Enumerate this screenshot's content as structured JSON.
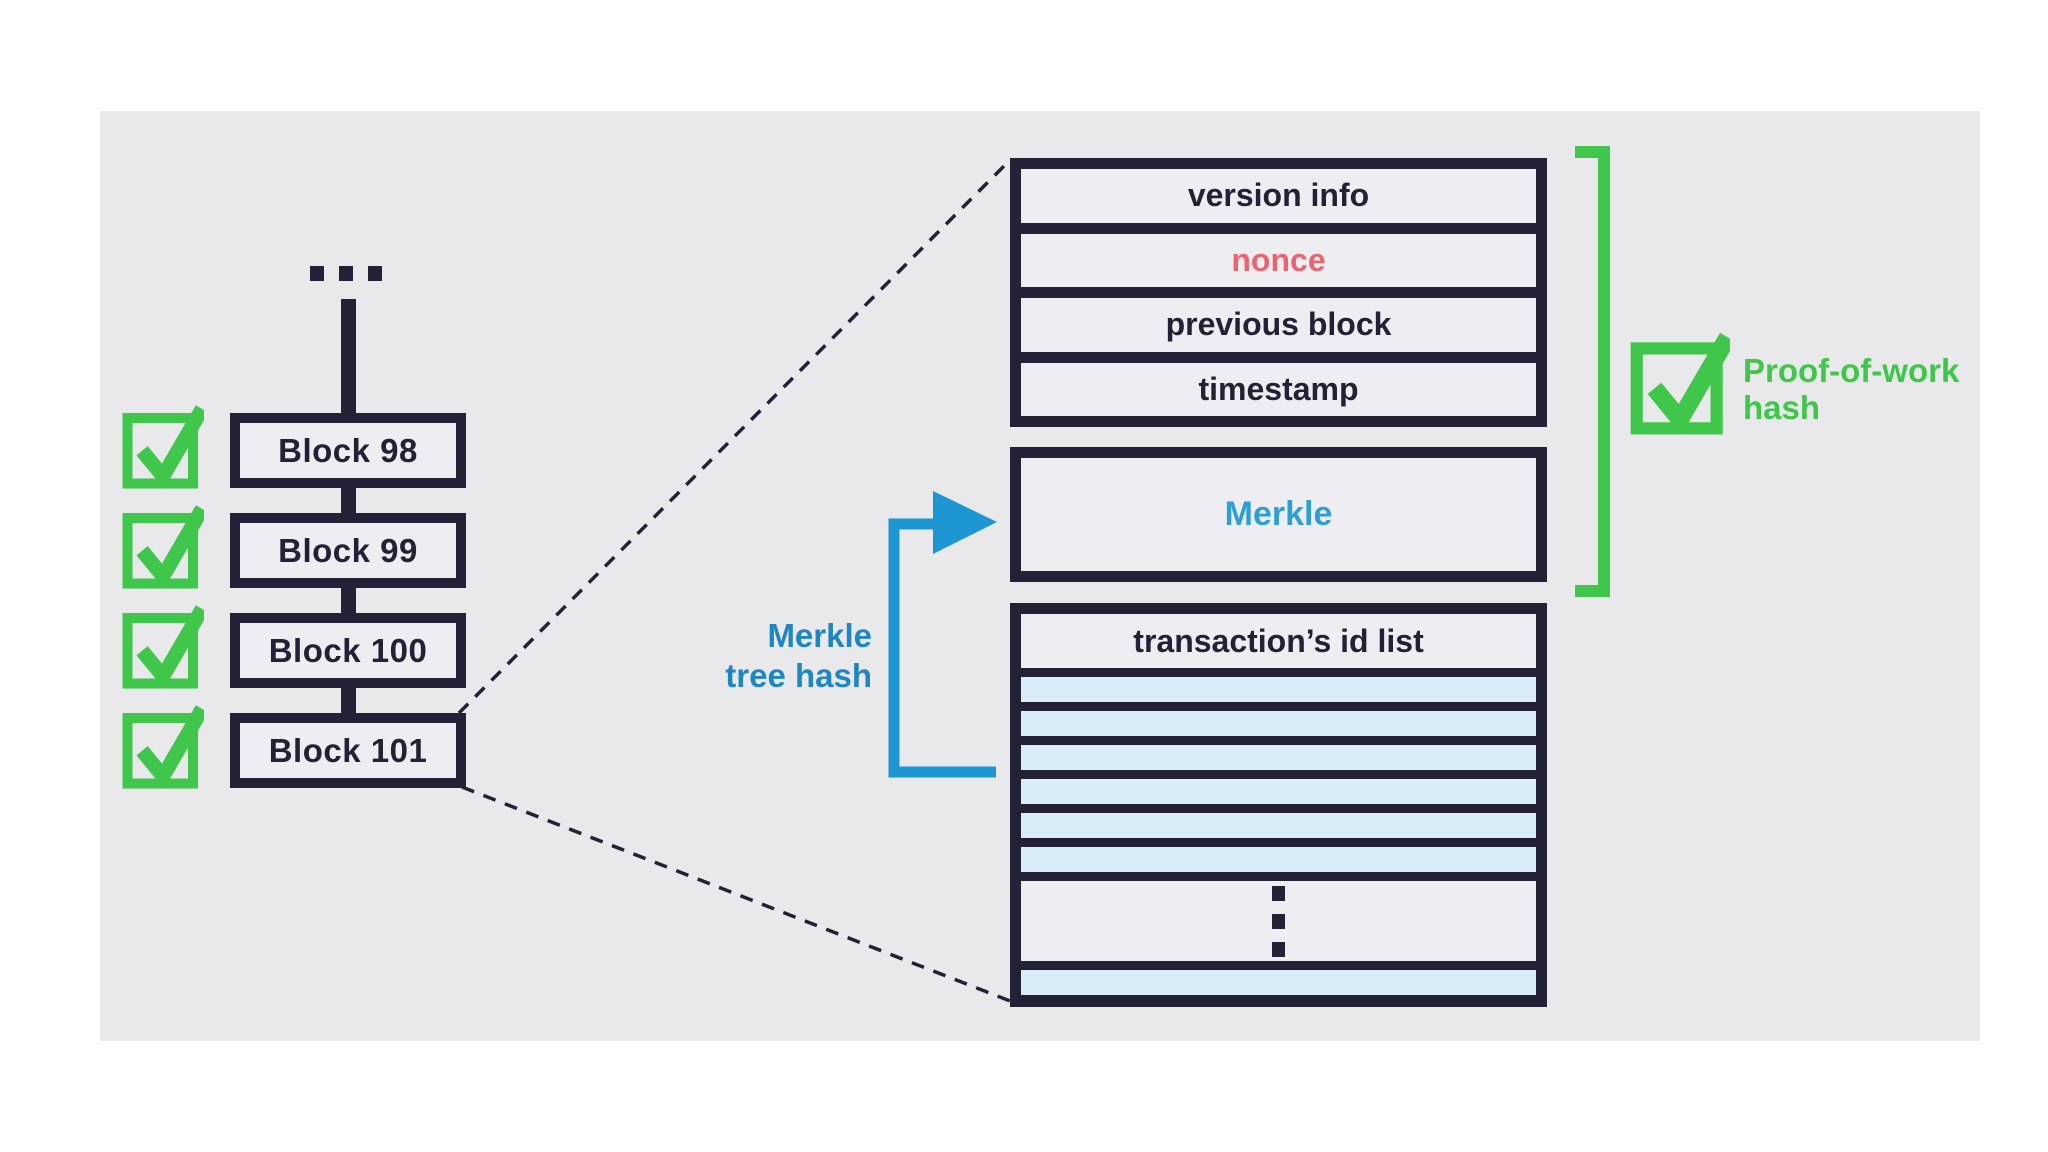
{
  "title": "Blockchain block structure diagram",
  "colors": {
    "page_bg": "#ffffff",
    "panel_bg": "#e9e9ec",
    "outline_navy": "#232135",
    "field_bg": "#eeedf1",
    "transaction_row_blue": "#d9ecf8",
    "verified_green": "#3fc64b",
    "arrow_blue": "#1d96d3",
    "merkle_field_blue": "#2d9fd6",
    "merkle_label_blue": "#1f86c2",
    "nonce_red": "#ea646f"
  },
  "chain": {
    "blocks": [
      {
        "label": "Block 98",
        "verified": true
      },
      {
        "label": "Block 99",
        "verified": true
      },
      {
        "label": "Block 100",
        "verified": true
      },
      {
        "label": "Block 101",
        "verified": true
      }
    ]
  },
  "block_detail": {
    "header_fields": [
      {
        "label": "version info"
      },
      {
        "label": "nonce",
        "text_color": "#ea646f"
      },
      {
        "label": "previous block"
      },
      {
        "label": "timestamp"
      }
    ],
    "merkle_field": {
      "label": "Merkle"
    },
    "transactions": {
      "header": "transaction’s id list",
      "rows_above_ellipsis": 6,
      "rows_below_ellipsis": 1
    }
  },
  "annotations": {
    "merkle_tree_hash": {
      "line1": "Merkle",
      "line2": "tree hash"
    },
    "proof_of_work": {
      "line1": "Proof-of-work",
      "line2": "hash"
    }
  }
}
